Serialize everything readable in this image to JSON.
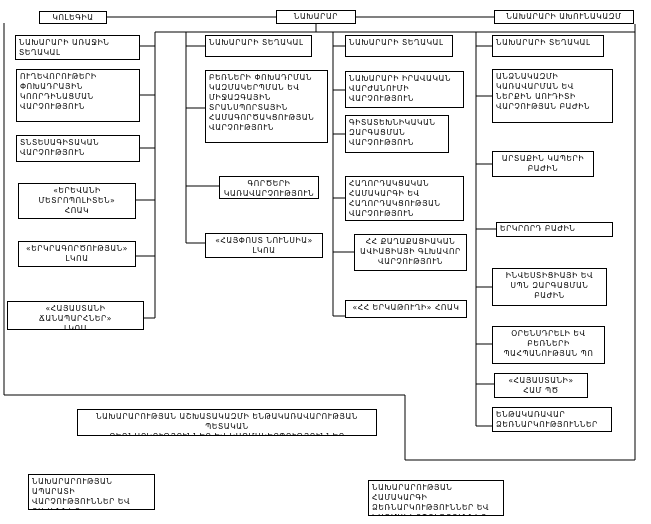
{
  "nodes": {
    "collegium": "ԿՈԼԵԳԻԱ",
    "minister": "ՆԱԽԱՐԱՐ",
    "minister_advisors": "ՆԱԽԱՐԱՐԻ ԱԽՈՒՆԱԿԱԶՄ",
    "deputy_1": "ՆԱԽԱՐԱՐԻ ԱՌԱՋԻՆ\nՏԵՂԱԿԱԼ",
    "deputy_2": "ՆԱԽԱՐԱՐԻ ՏԵՂԱԿԱԼ",
    "deputy_3": "ՆԱԽԱՐԱՐԻ ՏԵՂԱԿԱԼ",
    "deputy_4": "ՆԱԽԱՐԱՐԻ ՏԵՂԱԿԱԼ",
    "d1_policy_coord": "ՈՒՂԵՎՈՐՈՒԹԵՐԻ\nՓՈԽԱԴՐԱՅԻՆ\nԿՈՈՐԴԻՆԱՑՄԱՆ\nՎԱՐՉՈՒԹՅՈՒՆ",
    "d1_economic": "ՏՆՏԵՍԱԳԻՏԱԿԱՆ\nՎԱՐՉՈՒԹՅՈՒՆ",
    "d1_yerevan_metro": "«ԵՐԵՎԱՆԻ\nՄԵՏՐՈՊՈԼԻՏԵՆ»\nՀՈԱԿ",
    "d1_rail": "«ԵՐԿՐԱԳՈՐԾՈՒԹՅԱՆ»\nԼԿՈԱ",
    "d1_armenian_roads": "«ՀԱՅԱՍՏԱՆԻ ՃԱՆԱՊԱՐՀՆԵՐ»\nԼԿՈԱ",
    "d2_cargo_transport": "ԲԵՌՆԵՐԻ ՓՈԽԱԴՐՄԱՆ\nԿԱԶՄԱԿԵՐՊՄԱՆ ԵՎ\nՄԻՋԱԶԳԱՅԻՆ\nՏՐԱՆՍՊՈՐՏԱՅԻՆ\nՀԱՄԱԳՈՐԾԱԿՑՈՒԹՅԱՆ\nՎԱՐՉՈՒԹՅՈՒՆ",
    "d2_affairs": "ԳՈՐԾԵՐԻ\nԿԱՌԱՎԱՐՉՈՒԹՅՈՒՆ",
    "d2_armpost": "«ՀԱՅՓՈՍՏ ՆՈՒՆՍԻԱ»\nԼԿՈԱ",
    "d3_legal": "ՆԱԽԱՐԱՐԻ ԻՐԱՎԱԿԱՆ\nՎԱՐԺԱՆՈՒՄԻ\nՎԱՐՉՈՒԹՅՈՒՆ",
    "d3_science": "ԳԻՏԱՏԵԽՆԻԿԱԿԱՆ\nԶԱՐԳԱՑՄԱՆ\nՎԱՐՉՈՒԹՅՈՒՆ",
    "d3_telecom": "ՀԱՂՈՐԴԱԿՑԱԿԱՆ\nՀԱՄԱԿԱՐԳԻ ԵՎ\nՀԱՂՈՐԴԱԿՑՈՒԹՅԱՆ\nՎԱՐՉՈՒԹՅՈՒՆ",
    "d3_civil_aviation": "ՀՀ ՔԱՂԱՔԱՑԻԱԿԱՆ\nԱՎԻԱՑԻԱՅԻ ԳԼԽԱՎՈՐ\nՎԱՐՉՈՒԹՅՈՒՆ",
    "d3_ham_radio": "«ՀՀ ԵՐԿԱԹՈՒՂԻ» ՀՈԱԿ",
    "d4_state_plan": "ԱՆՁՆԱԿԱԶՄԻ\nԿԱՌԱՎԱՐՄԱՆ ԵՎ\nՆԵՐՔԻՆ ԱՈՒԴԻՏԻ\nՎԱՐՉՈՒԹՅԱՆ ԲԱԺԻՆ",
    "d4_internal_control": "ԱՐՏԱՔԻՆ ԿԱՊԵՐԻ\nԲԱԺԻՆ",
    "d4_secret": "ԵՐԿՐՈՐԴ ԲԱԺԻՆ",
    "d4_investment": "ԻՆՎԵՍՏԻՑԻԱՅԻ ԵՎ\nՍՊՆ ԶԱՐԳԱՑՄԱՆ\nԲԱԺԻՆ",
    "d4_finance": "ՕՐԵՆՍԴՐԵԼԻ ԵՎ\nԲԵՌՆԵՐԻ\nՊԱՀՊԱՆՈՒԹՅԱՆ ՊՈ",
    "d4_hayaviadispetcher": "«ՀԱՅԱՍՏԱՆԻ»\nՀԱՄ ՊԾ",
    "d4_subsidiary": "ԵՆԹԱԿԱՌԱՎԱՐ\nՁԵՌՆԱՐԿՈՒԹՅՈՒՆՆԵՐ",
    "subordinate_orgs": "ՆԱԽԱՐԱՐՈՒԹՅԱՆ ԱՇԽԱՏԱԿԱԶՄԻ ԵՆԹԱԿԱՌԱՎԱՐՈՒԹՅԱՆ ՊԵՏԱԿԱՆ\nՁԵՌՆԱՐԿՈՒԹՅՈՒՆՆԵՐ ԵՎ ԿԱԶՄԱԿԵՐՊՈՒԹՅՈՒՆՆԵՐ",
    "staff_departments": "ՆԱԽԱՐԱՐՈՒԹՅԱՆ ԱՊԱՐԱՏԻ\nՎԱՐՉՈՒԹՅՈՒՆՆԵՐ ԵՎ\nԲԱԺԻՆՆԵՐ",
    "system_enterprises": "ՆԱԽԱՐԱՐՈՒԹՅԱՆ ՀԱՄԱԿԱՐԳԻ\nՁԵՌՆԱՐԿՈՒԹՅՈՒՆՆԵՐ ԵՎ\nԿԱԶՄԱԿԵՐՊՈՒԹՅՈՒՆՆԵՐ"
  }
}
